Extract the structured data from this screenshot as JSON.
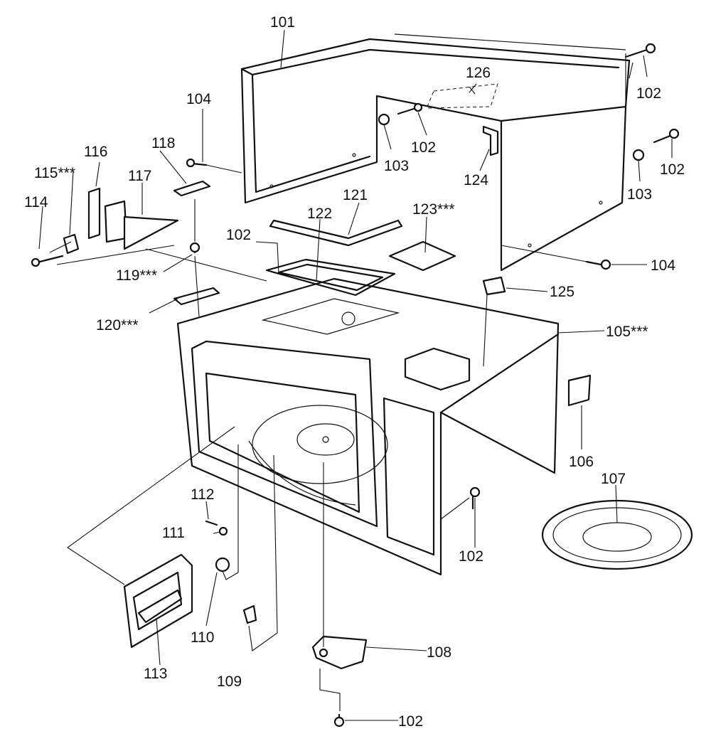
{
  "labels": {
    "p101": "101",
    "p102": "102",
    "p103": "103",
    "p104": "104",
    "p105": "105***",
    "p106": "106",
    "p107": "107",
    "p108": "108",
    "p109": "109",
    "p110": "110",
    "p111": "111",
    "p112": "112",
    "p113": "113",
    "p114": "114",
    "p115": "115***",
    "p116": "116",
    "p117": "117",
    "p118": "118",
    "p119": "119***",
    "p120": "120***",
    "p121": "121",
    "p122": "122",
    "p123": "123***",
    "p124": "124",
    "p125": "125",
    "p126": "126"
  }
}
